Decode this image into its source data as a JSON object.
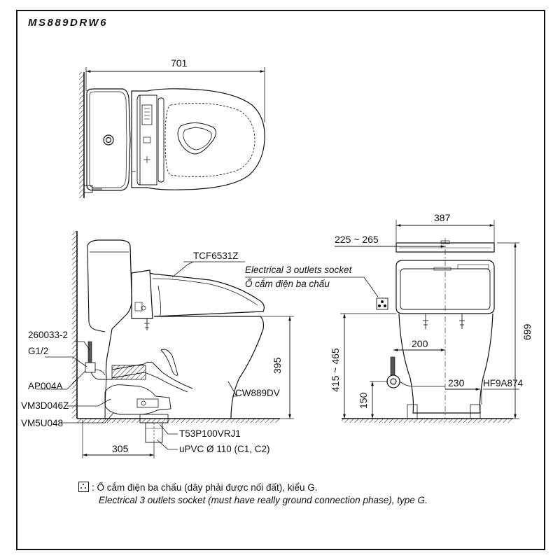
{
  "model": "MS889DRW6",
  "dimensions": {
    "top_width": "701",
    "front_width": "387",
    "rough_in": "225 ~ 265",
    "front_height": "699",
    "height_395": "395",
    "height_415_465": "415 ~ 465",
    "height_150": "150",
    "width_200": "200",
    "width_230": "230",
    "depth_305": "305"
  },
  "labels": {
    "seat": "TCF6531Z",
    "socket_en": "Electrical 3 outlets socket",
    "socket_vi": "Ổ cắm điện ba chấu",
    "part_260033": "260033-2",
    "g12": "G1/2",
    "ap004a": "AP004A",
    "vm3d": "VM3D046Z",
    "vm5u": "VM5U048",
    "bowl": "CW889DV",
    "flange": "T53P100VRJ1",
    "pipe": "uPVC Ø 110 (C1, C2)",
    "hose": "HF9A874"
  },
  "note": {
    "line1": ": Ổ cắm điện ba chấu (dây phải được nối đất), kiểu G.",
    "line2": "Electrical 3 outlets socket (must have really ground connection phase), type G."
  }
}
